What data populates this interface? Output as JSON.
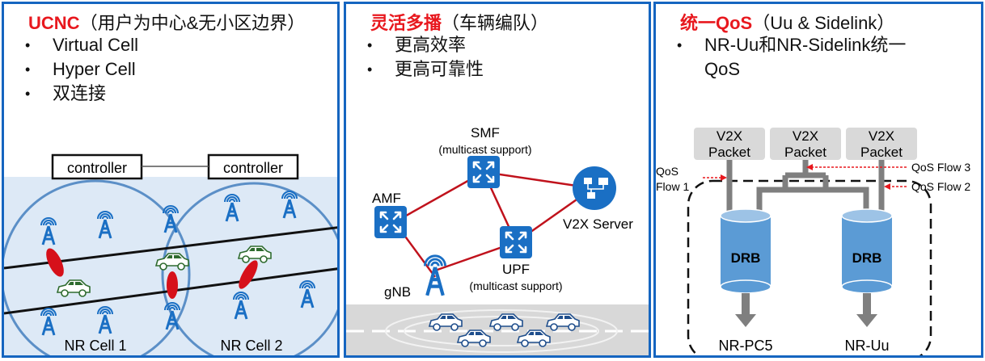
{
  "panel1": {
    "title_red": "UCNC",
    "title_rest": "（用户为中心&无小区边界）",
    "bullets": [
      "Virtual Cell",
      "Hyper Cell",
      "双连接"
    ],
    "controller_left": "controller",
    "controller_right": "controller",
    "cell1_label": "NR Cell 1",
    "cell2_label": "NR Cell 2"
  },
  "panel2": {
    "title_red": "灵活多播",
    "title_rest": "（车辆编队）",
    "bullets": [
      "更高效率",
      "更高可靠性"
    ],
    "smf_label": "SMF",
    "smf_sub": "(multicast support)",
    "amf_label": "AMF",
    "upf_label": "UPF",
    "upf_sub": "(multicast support)",
    "v2x_server_label": "V2X Server",
    "gnb_label": "gNB"
  },
  "panel3": {
    "title_red": "统一QoS",
    "title_rest": "（Uu & Sidelink）",
    "bullet_line1": "NR-Uu和NR-Sidelink统一",
    "bullet_line2": "QoS",
    "packet_line1": "V2X",
    "packet_line2": "Packet",
    "qos_flow1_line1": "QoS",
    "qos_flow1_line2": "Flow 1",
    "qos_flow3": "QoS Flow 3",
    "qos_flow2": "QoS Flow 2",
    "drb_left": "DRB",
    "drb_right": "DRB",
    "out_left": "NR-PC5",
    "out_right": "NR-Uu"
  },
  "colors": {
    "accent_red": "#e8181e",
    "border_blue": "#1565c0",
    "network_blue": "#1a6fc4",
    "link_red": "#c0121c",
    "cell_fill": "#dde9f6",
    "drb_fill": "#5b9bd5",
    "packet_fill": "#d9d9d9",
    "road_gray": "#d8d8d8"
  }
}
